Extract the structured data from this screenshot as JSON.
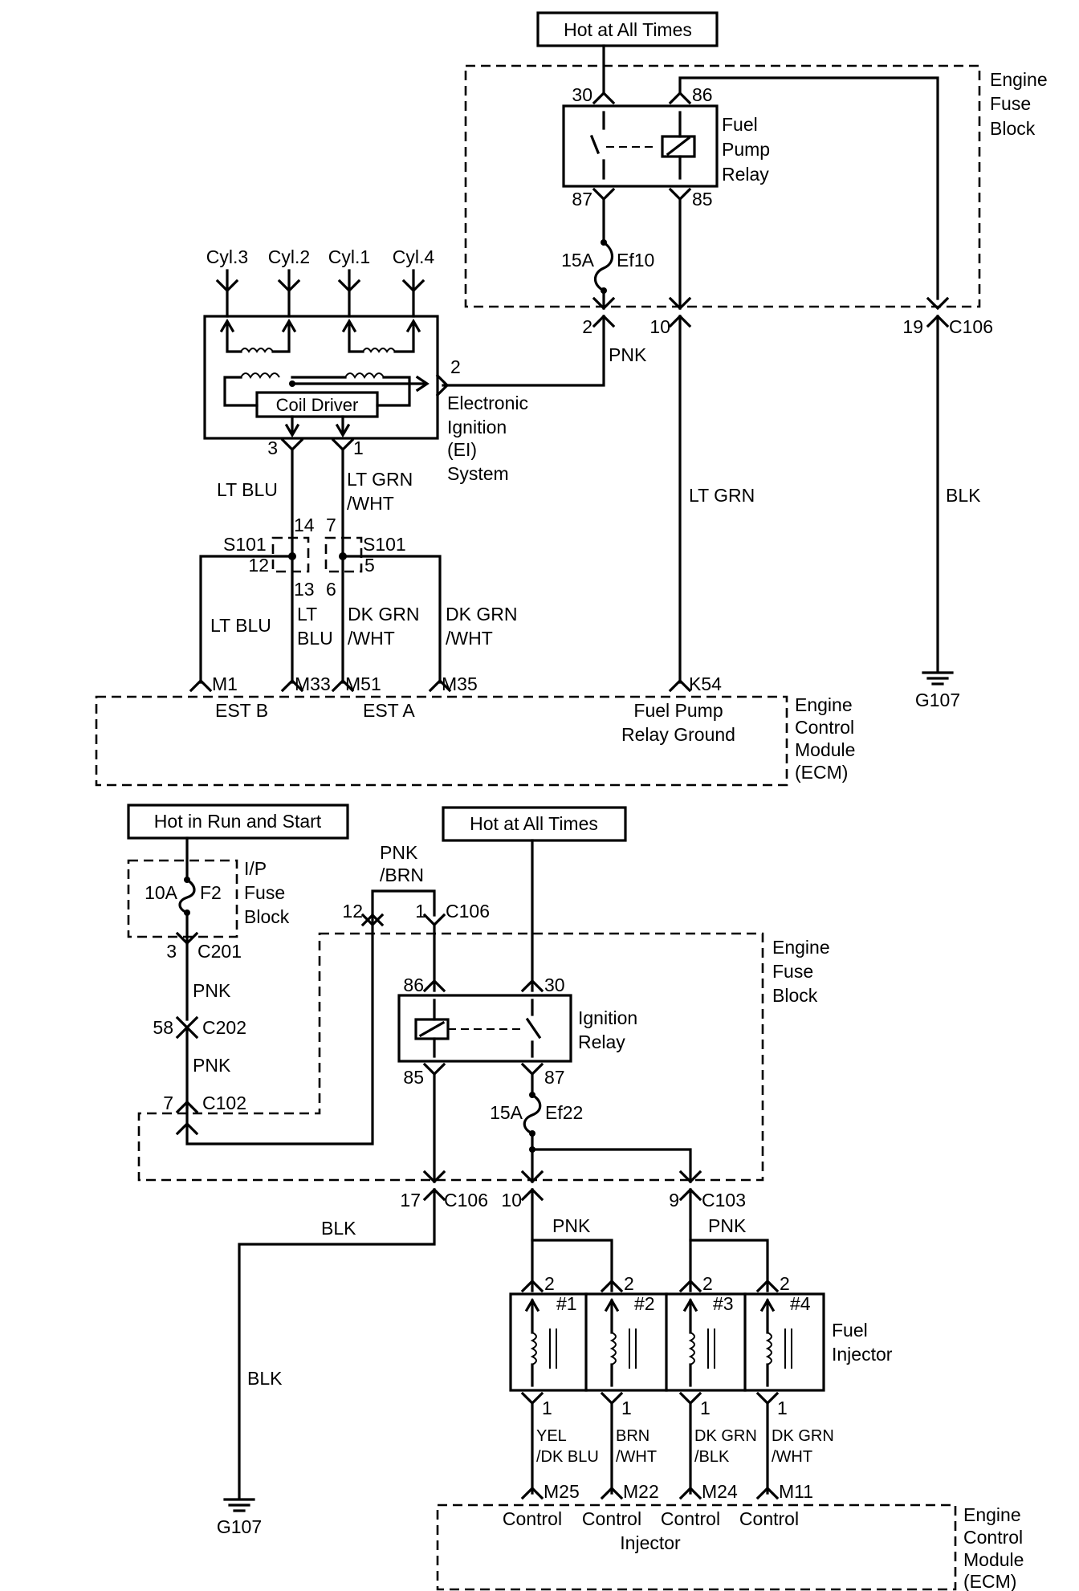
{
  "sources": {
    "hot_all_times_top": "Hot at All Times",
    "hot_run_start": "Hot in Run and Start",
    "hot_all_times_bottom": "Hot at All Times"
  },
  "modules": {
    "engine_fuse_block": [
      "Engine",
      "Fuse",
      "Block"
    ],
    "ecm": [
      "Engine",
      "Control",
      "Module",
      "(ECM)"
    ],
    "ip_fuse_block": [
      "I/P",
      "Fuse",
      "Block"
    ],
    "ignition_system": [
      "Electronic",
      "Ignition",
      "(EI)",
      "System"
    ],
    "fuel_pump_relay": [
      "Fuel",
      "Pump",
      "Relay"
    ],
    "ignition_relay": [
      "Ignition",
      "Relay"
    ],
    "fuel_injector": [
      "Fuel",
      "Injector"
    ],
    "coil_driver": "Coil Driver"
  },
  "cylinders": [
    "Cyl.3",
    "Cyl.2",
    "Cyl.1",
    "Cyl.4"
  ],
  "injectors": [
    "#1",
    "#2",
    "#3",
    "#4"
  ],
  "fuses": {
    "ef10": {
      "rating": "15A",
      "name": "Ef10"
    },
    "ef22": {
      "rating": "15A",
      "name": "Ef22"
    },
    "f2": {
      "rating": "10A",
      "name": "F2"
    }
  },
  "pins": {
    "fp_relay": [
      "30",
      "86",
      "87",
      "85"
    ],
    "ign_relay": [
      "86",
      "30",
      "85",
      "87"
    ],
    "c106_top": [
      "2",
      "10",
      "19",
      "C106"
    ],
    "ei": [
      "2",
      "3",
      "1"
    ],
    "splice": [
      "14",
      "7",
      "12",
      "5",
      "13",
      "6",
      "S101",
      "S101"
    ],
    "ecm_top": [
      "M1",
      "M33",
      "M51",
      "M35",
      "K54"
    ],
    "bottom_conn": [
      "12",
      "1",
      "C106",
      "3",
      "C201",
      "58",
      "C202",
      "7",
      "C102",
      "17",
      "C106",
      "10",
      "9",
      "C103"
    ],
    "inj_top": [
      "2",
      "2",
      "2",
      "2"
    ],
    "inj_bottom": [
      "1",
      "1",
      "1",
      "1"
    ],
    "ecm_bottom": [
      "M25",
      "M22",
      "M24",
      "M11"
    ]
  },
  "wires": {
    "pnk": "PNK",
    "lt_blu": "LT BLU",
    "lt_grn_wht": [
      "LT GRN",
      "/WHT"
    ],
    "lt_grn": "LT GRN",
    "blk": "BLK",
    "lt_blu_split": [
      "LT",
      "BLU"
    ],
    "dk_grn_wht": [
      "DK GRN",
      "/WHT"
    ],
    "pnk_brn": [
      "PNK",
      "/BRN"
    ],
    "inj_wires": [
      [
        "YEL",
        "/DK BLU"
      ],
      [
        "BRN",
        "/WHT"
      ],
      [
        "DK GRN",
        "/BLK"
      ],
      [
        "DK GRN",
        "/WHT"
      ]
    ]
  },
  "ecm_signals": {
    "est_b": "EST B",
    "est_a": "EST A",
    "fp_ground": [
      "Fuel Pump",
      "Relay Ground"
    ],
    "control": "Control",
    "injector": "Injector"
  },
  "grounds": [
    "G107",
    "G107"
  ]
}
